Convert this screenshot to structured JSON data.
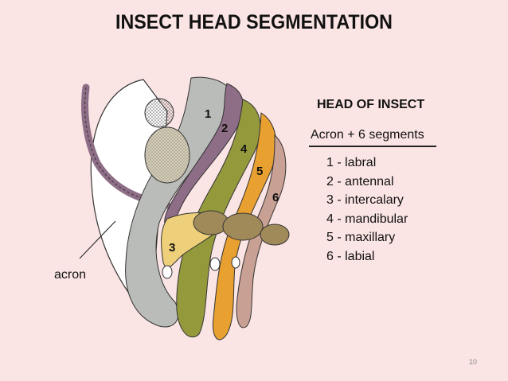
{
  "slide": {
    "title": "INSECT HEAD SEGMENTATION",
    "page_number": "10"
  },
  "legend": {
    "heading": "HEAD OF INSECT",
    "subheading": "Acron + 6 segments",
    "segments": [
      "1 - labral",
      "2 - antennal",
      "3 - intercalary",
      "4 - mandibular",
      "5 - maxillary",
      "6 - labial"
    ]
  },
  "diagram": {
    "acron_label": "acron",
    "segment_numbers": [
      "1",
      "2",
      "3",
      "4",
      "5",
      "6"
    ],
    "colors": {
      "acron": "#ffffff",
      "labral": "#b9bcb8",
      "antennal": "#8e6d86",
      "intercalary": "#efd07a",
      "mandibular": "#949a3c",
      "maxillary": "#e8a030",
      "labial": "#c9a194",
      "outline": "#333333"
    }
  }
}
